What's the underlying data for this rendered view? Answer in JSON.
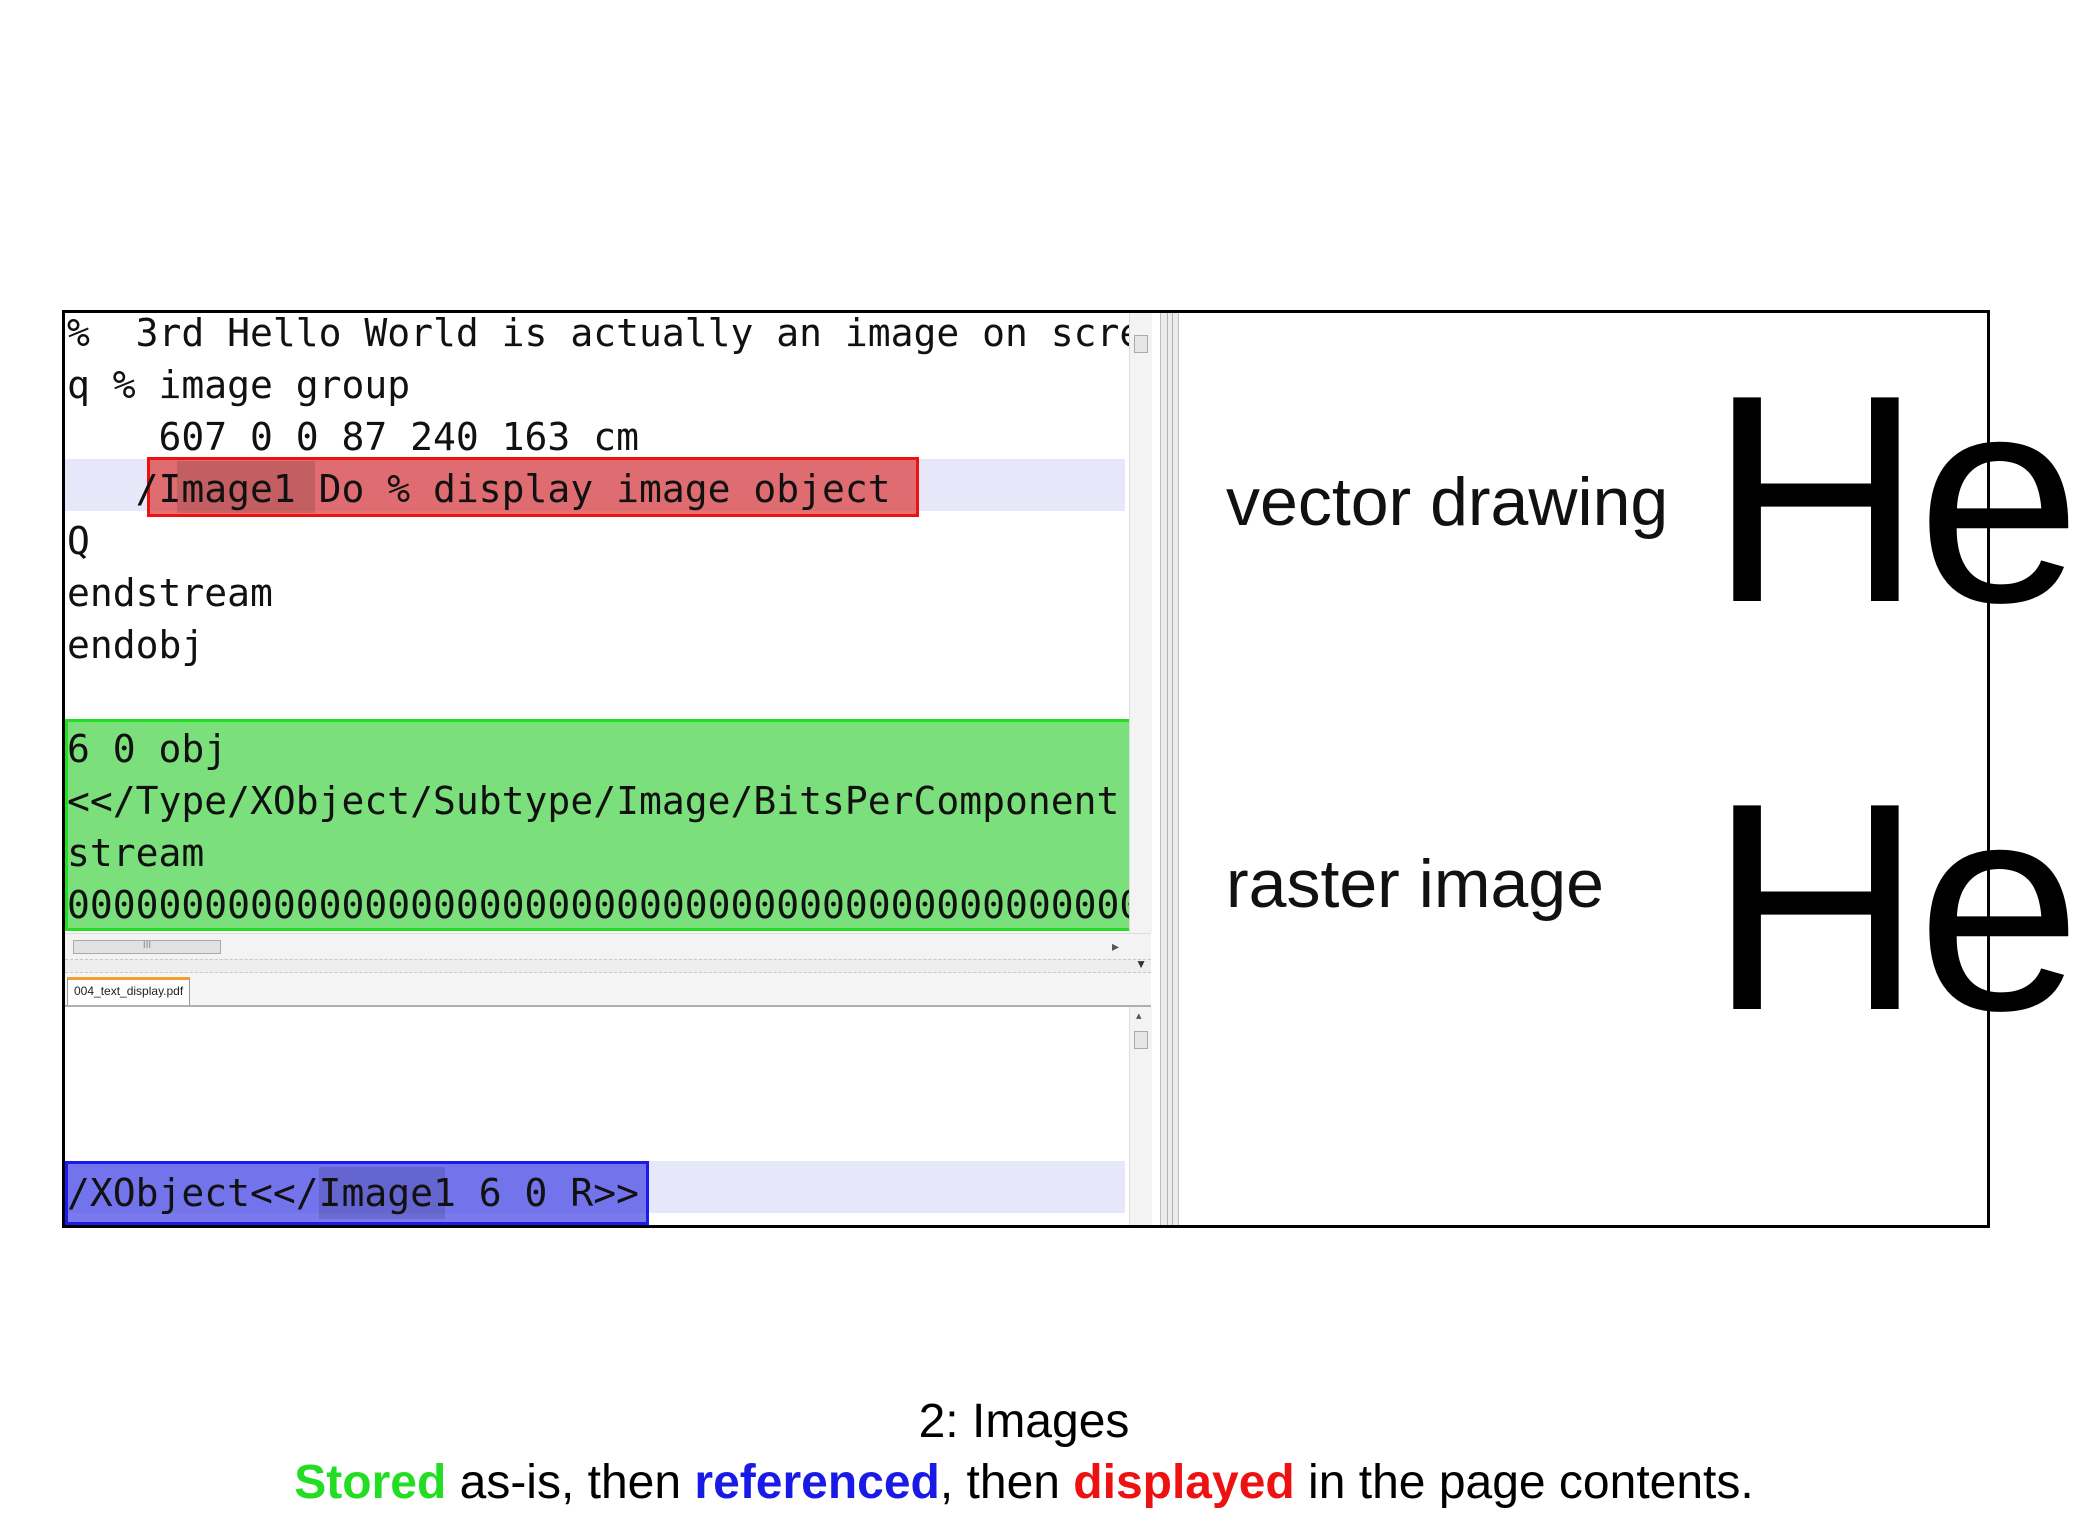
{
  "editor": {
    "code_lines": [
      "%  3rd Hello World is actually an image on scre",
      "q % image group",
      "    607 0 0 87 240 163 cm",
      "   /Image1 Do % display image object",
      "Q",
      "endstream",
      "endobj",
      "",
      "6 0 obj",
      "<</Type/XObject/Subtype/Image/BitsPerComponent",
      "stream",
      "00000000000000000000000000000000000000000000000"
    ],
    "resource_line": "/XObject<</Image1 6 0 R>>",
    "tab_label": "004_text_display.pdf",
    "scroll_grip": "III"
  },
  "preview": {
    "vector_label": "vector drawing",
    "raster_label": "raster image",
    "glyph_text": "He"
  },
  "caption": {
    "title": "2: Images",
    "w1": "Stored",
    "t1": " as-is, then ",
    "w2": "referenced",
    "t2": ", then ",
    "w3": "displayed",
    "t3": " in the page contents."
  },
  "colors": {
    "stored": "#22dd22",
    "referenced": "#1a1ae6",
    "displayed": "#ee1111"
  }
}
